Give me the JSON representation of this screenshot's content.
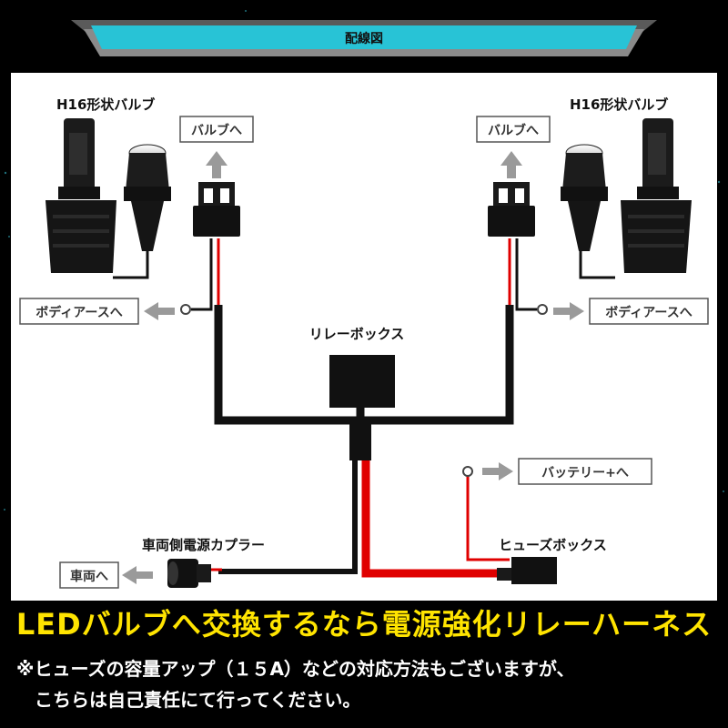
{
  "header": {
    "title": "配線図"
  },
  "diagram": {
    "bulb_left_label": "H16形状バルブ",
    "bulb_right_label": "H16形状バルブ",
    "to_bulb_left": "バルブへ",
    "to_bulb_right": "バルブへ",
    "body_earth_left": "ボディアースへ",
    "body_earth_right": "ボディアースへ",
    "relay_box": "リレーボックス",
    "battery": "バッテリー+へ",
    "coupler": "車両側電源カプラー",
    "to_vehicle": "車両へ",
    "fuse_box": "ヒューズボックス"
  },
  "footer": {
    "headline": "LEDバルブへ交換するなら電源強化リレーハーネス",
    "note_line1": "※ヒューズの容量アップ（１５A）などの対応方法もございますが、",
    "note_line2": "こちらは自己責任にて行ってください。"
  },
  "colors": {
    "header_band": "#28c3d6",
    "wire_red": "#e00000",
    "wire_black": "#000000",
    "arrow_gray": "#9a9a9a",
    "headline_yellow": "#ffe400"
  }
}
